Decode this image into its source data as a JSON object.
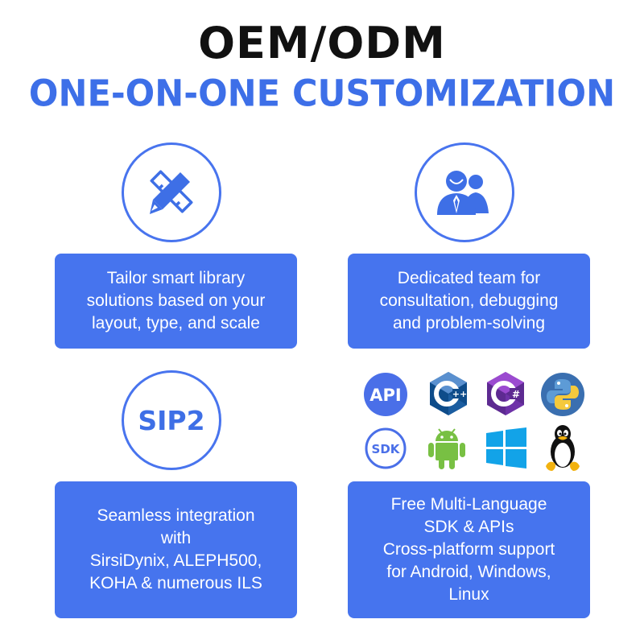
{
  "header": {
    "title": "OEM/ODM",
    "subtitle": "ONE-ON-ONE CUSTOMIZATION"
  },
  "features": [
    {
      "icon": "design-pencil-ruler-icon",
      "lines": [
        "Tailor smart library",
        "solutions based on your",
        "layout, type, and scale"
      ]
    },
    {
      "icon": "team-people-icon",
      "lines": [
        "Dedicated team for",
        "consultation, debugging",
        "and problem-solving"
      ]
    },
    {
      "badge": "SIP2",
      "lines": [
        "Seamless integration",
        "with",
        "SirsiDynix, ALEPH500,",
        "KOHA & numerous ILS"
      ]
    },
    {
      "icon": "language-logos-grid",
      "lines": [
        "Free Multi-Language",
        "SDK & APIs",
        "Cross-platform support",
        "for Android, Windows,",
        "Linux"
      ]
    }
  ],
  "tech_logos": {
    "api": "API",
    "sdk": "SDK",
    "cpp": "C",
    "cpp_plus": "++",
    "csharp": "C",
    "csharp_sharp": "#"
  },
  "colors": {
    "accent": "#3d6fe8",
    "card_bg": "#4674ee",
    "title": "#111111"
  }
}
